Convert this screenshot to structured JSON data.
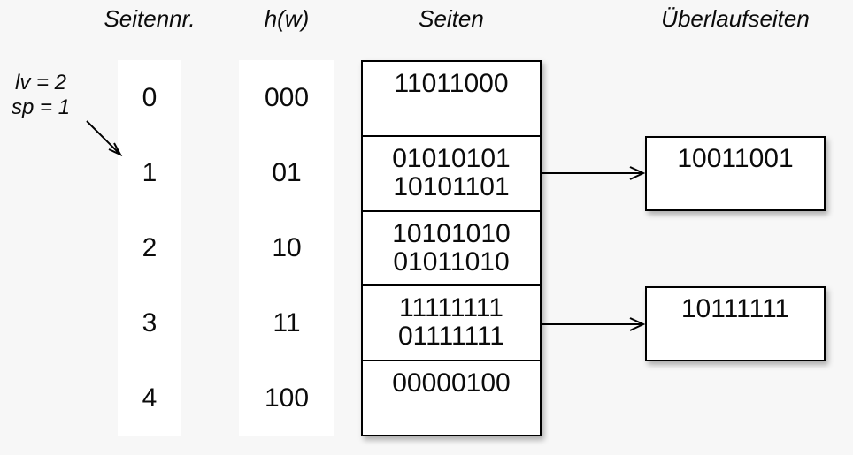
{
  "headers": {
    "seitennr": "Seitennr.",
    "hw": "h(w)",
    "seiten": "Seiten",
    "ueberlaufseiten": "Überlaufseiten"
  },
  "annotation": {
    "lv": "lv = 2",
    "sp": "sp = 1"
  },
  "page_numbers": [
    "0",
    "1",
    "2",
    "3",
    "4"
  ],
  "hash_values": [
    "000",
    "01",
    "10",
    "11",
    "100"
  ],
  "pages": [
    {
      "values": [
        "11011000"
      ]
    },
    {
      "values": [
        "01010101",
        "10101101"
      ]
    },
    {
      "values": [
        "10101010",
        "01011010"
      ]
    },
    {
      "values": [
        "11111111",
        "01111111"
      ]
    },
    {
      "values": [
        "00000100"
      ]
    }
  ],
  "overflow_pages": [
    {
      "from_page": "1",
      "values": [
        "10011001"
      ]
    },
    {
      "from_page": "3",
      "values": [
        "10111111"
      ]
    }
  ],
  "colors": {
    "background": "#f7f7f7",
    "box_fill": "#ffffff",
    "line": "#000000"
  }
}
